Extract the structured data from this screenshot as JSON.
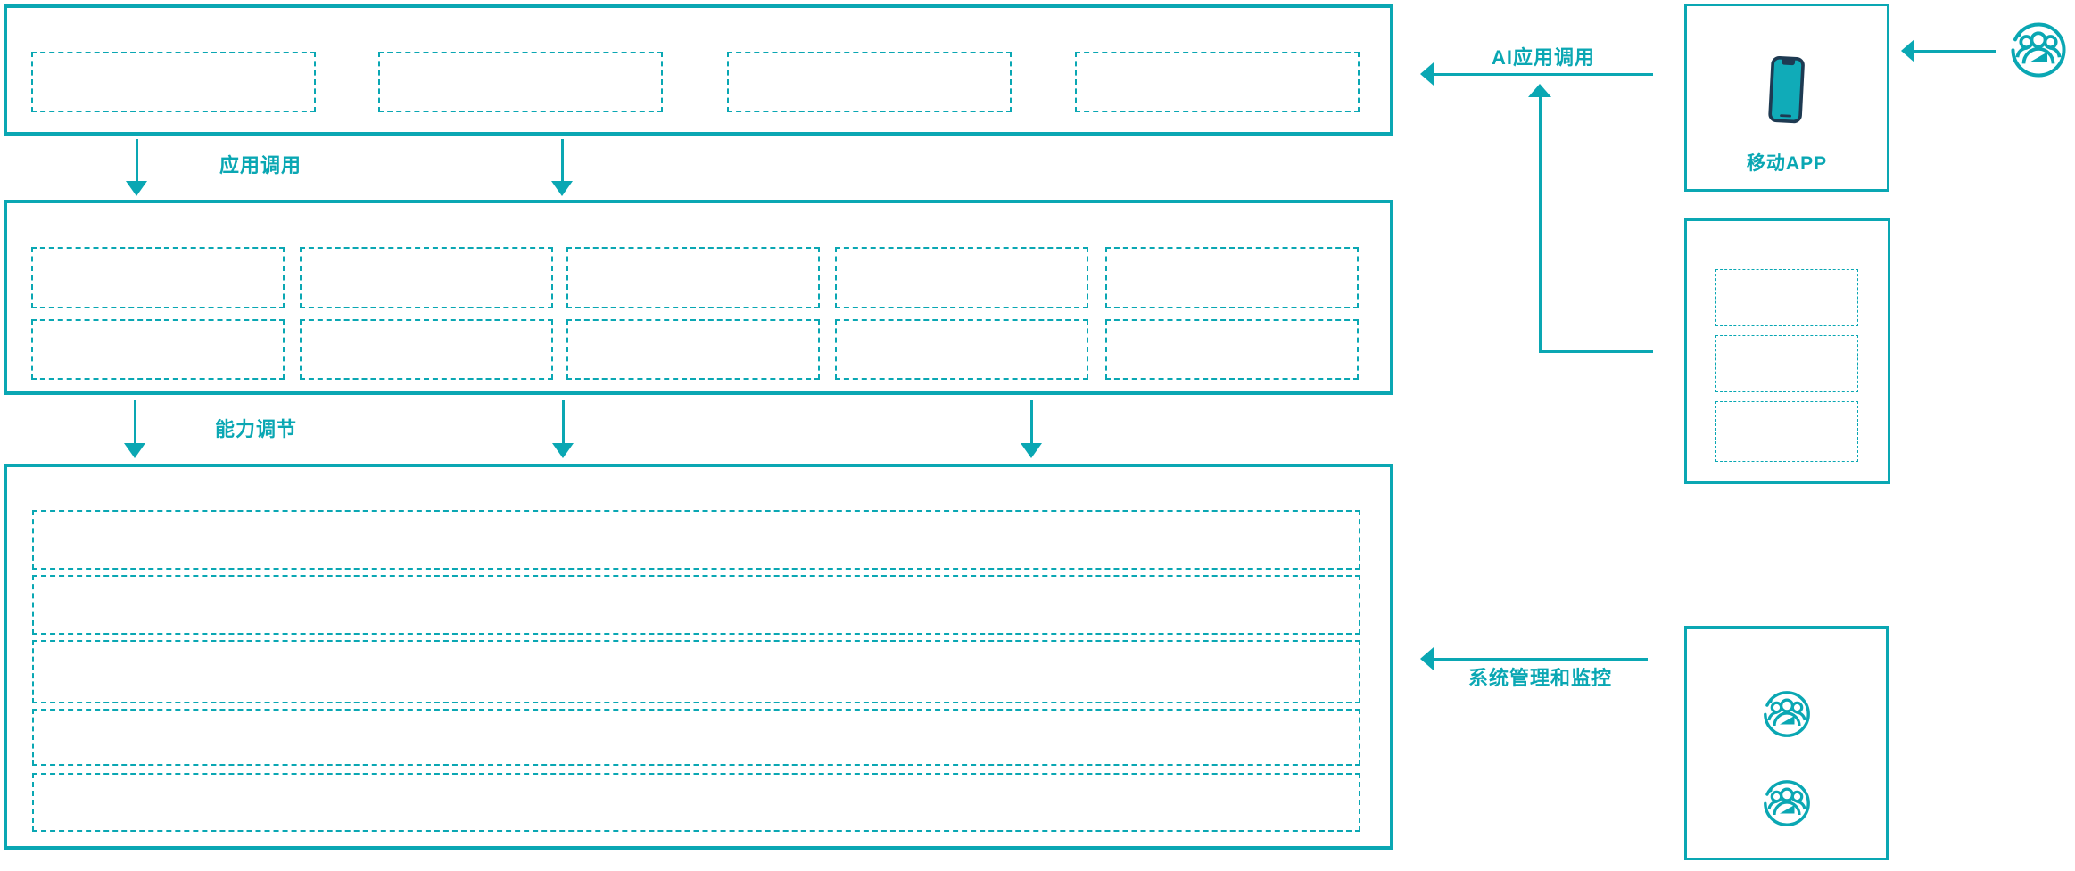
{
  "colors": {
    "accent": "#0AA7B3",
    "phone_screen": "#10ABB8",
    "phone_outline": "#1E3A52"
  },
  "connectors": {
    "app_call": {
      "label": "应用调用",
      "direction": "down"
    },
    "capability_adjust": {
      "label": "能力调节",
      "direction": "down"
    },
    "ai_app_call": {
      "label": "AI应用调用",
      "direction": "left"
    },
    "system_monitor": {
      "label": "系统管理和监控",
      "direction": "left"
    }
  },
  "layers": {
    "application": {
      "placeholder_count": 4
    },
    "capability": {
      "placeholder_rows": 2,
      "placeholder_cols": 5
    },
    "platform": {
      "placeholder_row_count": 5
    }
  },
  "panels": {
    "mobile_app": {
      "label": "移动APP",
      "icon": "smartphone-icon"
    },
    "service": {
      "placeholder_count": 3
    },
    "admin": {
      "user_icon_count": 2,
      "icon": "users-icon"
    }
  },
  "actors": {
    "external_user": {
      "icon": "users-icon"
    }
  }
}
